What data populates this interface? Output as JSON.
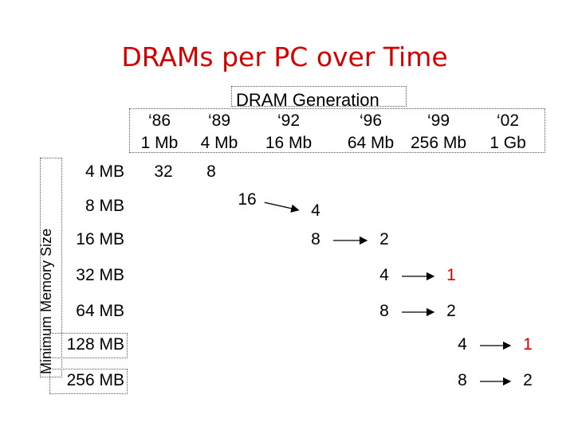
{
  "title": "DRAMs per PC over Time",
  "generation_label": "DRAM Generation",
  "y_axis_label": "Minimum Memory Size",
  "years": [
    "‘86",
    "‘89",
    "‘92",
    "‘96",
    "‘99",
    "‘02"
  ],
  "chip_sizes": [
    "1 Mb",
    "4 Mb",
    "16 Mb",
    "64 Mb",
    "256 Mb",
    "1 Gb"
  ],
  "memory_sizes": [
    "4 MB",
    "8 MB",
    "16 MB",
    "32 MB",
    "64 MB",
    "128 MB",
    "256 MB"
  ],
  "cells": [
    {
      "gen": 0,
      "row": 0,
      "value": "32"
    },
    {
      "gen": 1,
      "row": 0,
      "value": "8"
    },
    {
      "gen": 2,
      "row": 1,
      "value": "16"
    },
    {
      "gen": 3,
      "row": 1,
      "value": "4"
    },
    {
      "gen": 3,
      "row": 2,
      "value": "8"
    },
    {
      "gen": 4,
      "row": 2,
      "value": "2"
    },
    {
      "gen": 4,
      "row": 3,
      "value": "4"
    },
    {
      "gen": 4,
      "row": 4,
      "value": "8"
    },
    {
      "gen": 5,
      "row": 3,
      "value": "1",
      "highlight": true
    },
    {
      "gen": 5,
      "row": 4,
      "value": "2"
    },
    {
      "gen": 6,
      "row": 5,
      "value": "4"
    },
    {
      "gen": 6,
      "row": 6,
      "value": "8"
    },
    {
      "gen": 7,
      "row": 5,
      "value": "1",
      "highlight": true
    },
    {
      "gen": 7,
      "row": 6,
      "value": "2"
    }
  ],
  "arrows": [
    {
      "from": 2,
      "to": 3
    },
    {
      "from": 4,
      "to": 5
    },
    {
      "from": 6,
      "to": 8
    },
    {
      "from": 7,
      "to": 9
    },
    {
      "from": 10,
      "to": 12
    },
    {
      "from": 11,
      "to": 13
    }
  ],
  "colors": {
    "title": "#d40000",
    "highlight": "#d40000",
    "text": "#000000"
  }
}
